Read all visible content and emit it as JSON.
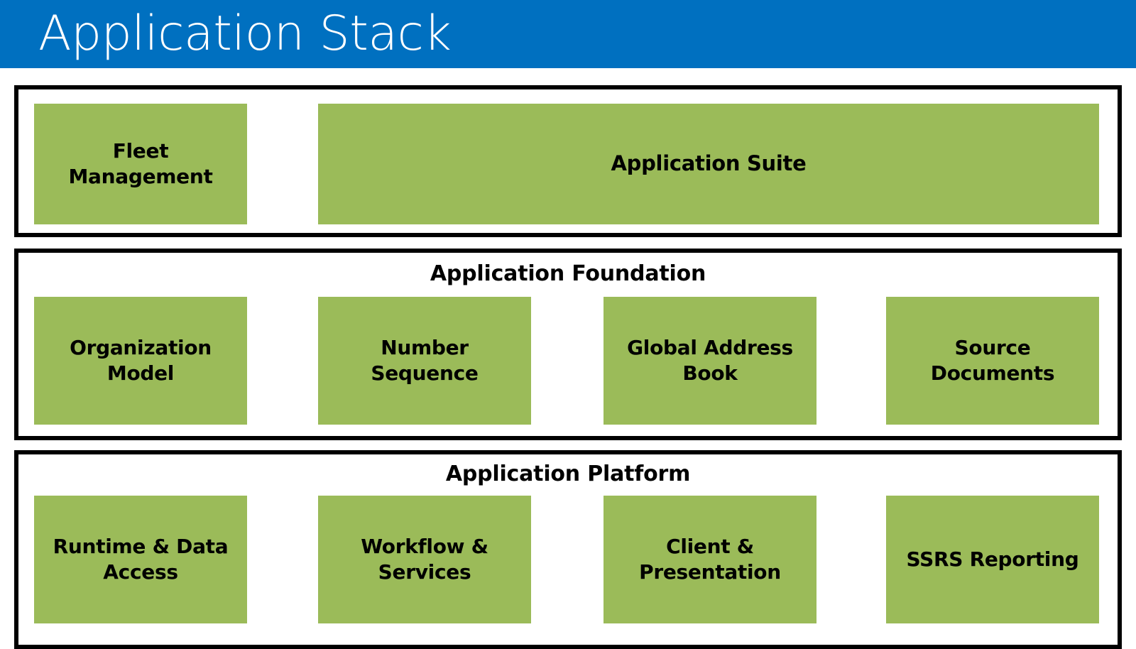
{
  "header": {
    "title": "Application Stack",
    "background_color": "#0070C0",
    "text_color": "#FFFFFF"
  },
  "theme": {
    "block_fill": "#9BBB59",
    "block_text": "#000000",
    "border_color": "#000000",
    "page_background": "#FFFFFF"
  },
  "layers": [
    {
      "id": "application-suite",
      "title": "",
      "blocks": [
        {
          "label": "Fleet\nManagement"
        },
        {
          "label": "Application Suite"
        }
      ]
    },
    {
      "id": "application-foundation",
      "title": "Application Foundation",
      "blocks": [
        {
          "label": "Organization\nModel"
        },
        {
          "label": "Number\nSequence"
        },
        {
          "label": "Global Address\nBook"
        },
        {
          "label": "Source\nDocuments"
        }
      ]
    },
    {
      "id": "application-platform",
      "title": "Application Platform",
      "blocks": [
        {
          "label": "Runtime & Data\nAccess"
        },
        {
          "label": "Workflow &\nServices"
        },
        {
          "label": "Client &\nPresentation"
        },
        {
          "label": "SSRS Reporting"
        }
      ]
    }
  ]
}
